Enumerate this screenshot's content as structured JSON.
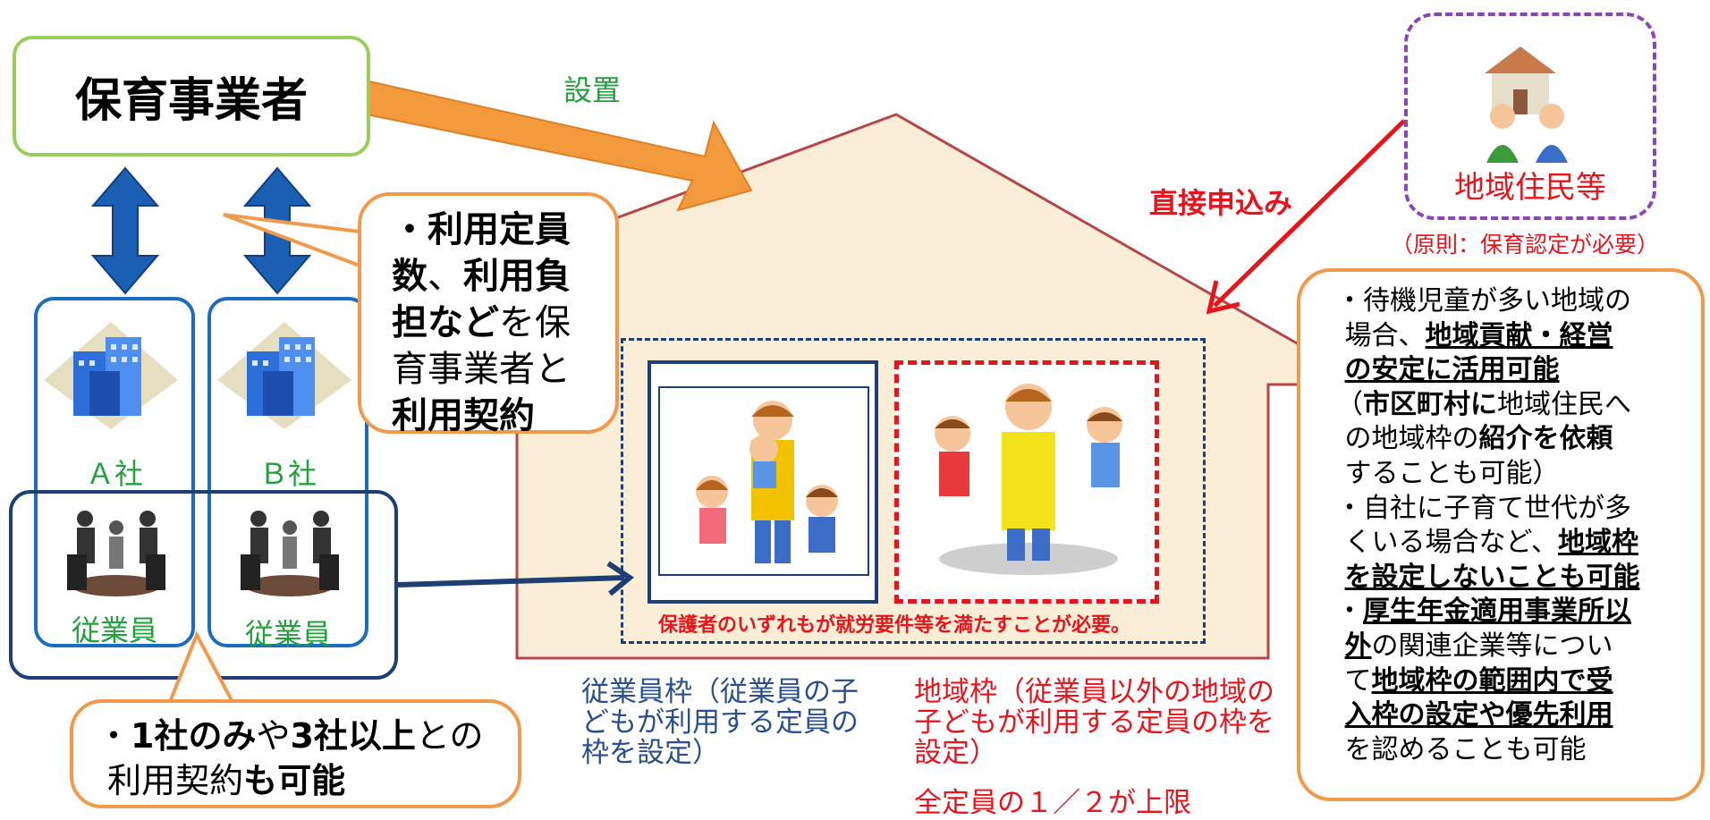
{
  "operator": {
    "label": "保育事業者"
  },
  "setup_label": "設置",
  "direct_apply_label": "直接申込み",
  "residents": {
    "label": "地域住民等",
    "note": "（原則：保育認定が必要）"
  },
  "contract_note": {
    "lines": [
      "・利用定員",
      "数、利用負",
      "担などを保",
      "育事業者と",
      "利用契約"
    ]
  },
  "companies": [
    {
      "name": "Ａ社",
      "employee_label": "従業員"
    },
    {
      "name": "Ｂ社",
      "employee_label": "従業員"
    }
  ],
  "multi_company_note": {
    "line1": "・1社のみや3社以上との",
    "line2": "利用契約も可能"
  },
  "requirement_note": "保護者のいずれもが就労要件等を満たすことが必要。",
  "employee_quota": {
    "caption": "従業員枠（従業員の子どもが利用する定員の枠を設定）"
  },
  "community_quota": {
    "caption": "地域枠（従業員以外の地域の子どもが利用する定員の枠を設定）",
    "limit": "全定員の１／２が上限"
  },
  "right_notes": [
    "・待機児童が多い地域の場合、地域貢献・経営の安定に活用可能",
    "（市区町村に地域住民への地域枠の紹介を依頼することも可能）",
    "・自社に子育て世代が多くいる場合など、地域枠を設定しないことも可能",
    "・厚生年金適用事業所以外の関連企業等について地域枠の範囲内で受入枠の設定や優先利用を認めることも可能"
  ],
  "colors": {
    "operator_border": "#9acd5a",
    "setup_arrow": "#f39a3c",
    "company_border": "#1a6ebd",
    "house_fill": "#fbeed6",
    "house_roof": "#b5474a",
    "direct_arrow": "#e8141c",
    "residents_border": "#8a45b8",
    "callout_border": "#f29a4c",
    "quota_community": "#e8141c",
    "quota_employee": "#2a4f8c"
  }
}
